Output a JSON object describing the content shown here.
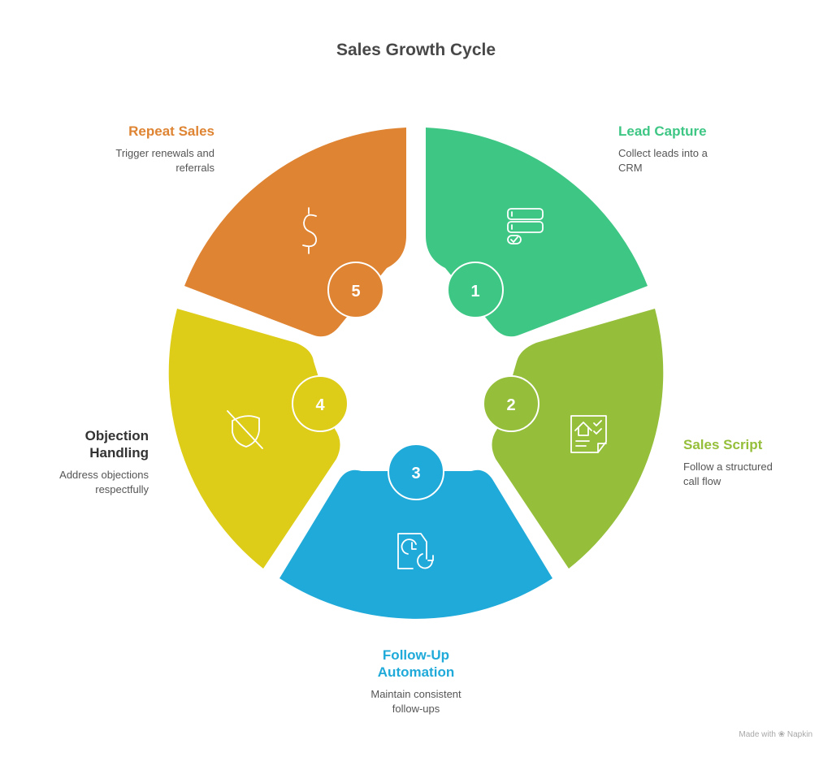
{
  "title": "Sales Growth Cycle",
  "steps": [
    {
      "number": "1",
      "title": "Lead Capture",
      "description_line1": "Collect leads into a",
      "description_line2": "CRM",
      "color": "#3EC684",
      "icon": "form-checklist-icon"
    },
    {
      "number": "2",
      "title": "Sales Script",
      "description_line1": "Follow a structured",
      "description_line2": "call flow",
      "color": "#95BE3A",
      "icon": "script-document-icon"
    },
    {
      "number": "3",
      "title_line1": "Follow-Up",
      "title_line2": "Automation",
      "description_line1": "Maintain consistent",
      "description_line2": "follow-ups",
      "color": "#20AAD9",
      "icon": "scheduled-document-icon"
    },
    {
      "number": "4",
      "title_line1": "Objection",
      "title_line2": "Handling",
      "description_line1": "Address objections",
      "description_line2": "respectfully",
      "color": "#DDCC18",
      "title_color": "#333333",
      "icon": "shield-off-icon"
    },
    {
      "number": "5",
      "title": "Repeat Sales",
      "description_line1": "Trigger renewals and",
      "description_line2": "referrals",
      "color": "#DE8433",
      "icon": "dollar-icon"
    }
  ],
  "footer": "Made with ❀ Napkin"
}
